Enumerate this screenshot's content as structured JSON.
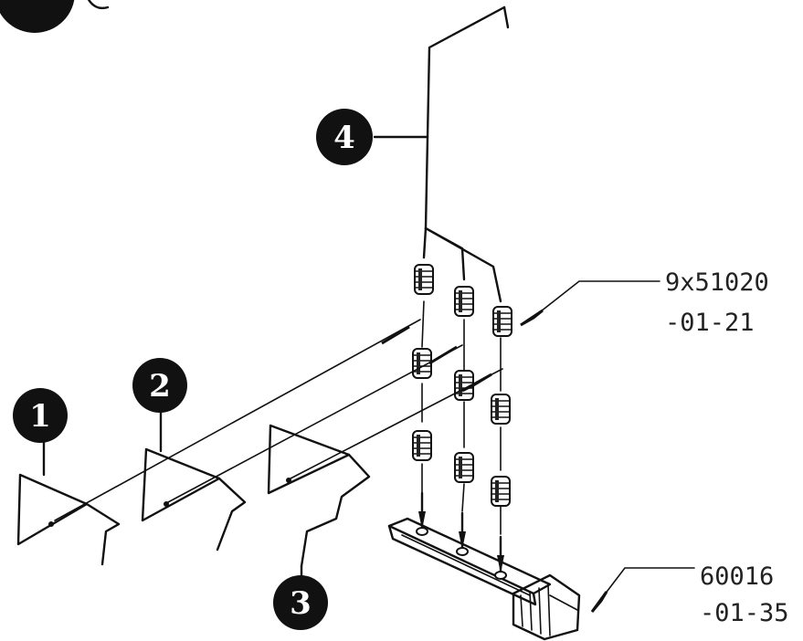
{
  "callouts": [
    {
      "id": "callout-1",
      "label": "1"
    },
    {
      "id": "callout-2",
      "label": "2"
    },
    {
      "id": "callout-3",
      "label": "3"
    },
    {
      "id": "callout-4",
      "label": "4"
    }
  ],
  "parts": [
    {
      "id": "part-spring",
      "line1": "9x51020",
      "line2": "-01-21"
    },
    {
      "id": "part-connector",
      "line1": "60016",
      "line2": "-01-35"
    }
  ]
}
